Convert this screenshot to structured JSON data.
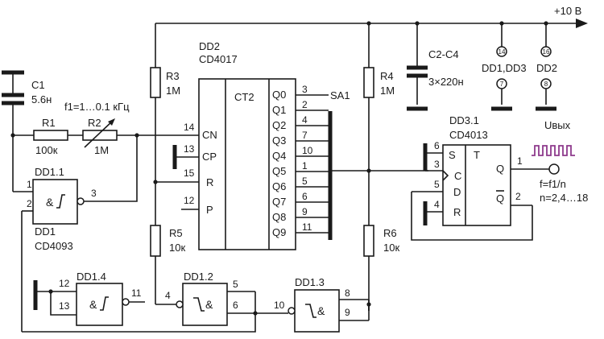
{
  "supply": "+10 В",
  "c1": {
    "name": "C1",
    "value": "5.6н"
  },
  "r1": {
    "name": "R1",
    "value": "100к"
  },
  "r2": {
    "name": "R2",
    "value": "1М"
  },
  "freq": "f1=1…0.1 кГц",
  "r3": {
    "name": "R3",
    "value": "1М"
  },
  "r4": {
    "name": "R4",
    "value": "1М"
  },
  "r5": {
    "name": "R5",
    "value": "10к"
  },
  "r6": {
    "name": "R6",
    "value": "10к"
  },
  "c2c4": {
    "name": "C2-C4",
    "value": "3×220н"
  },
  "dd2": {
    "name": "DD2",
    "part": "CD4017",
    "type": "CT2",
    "left_pins": [
      {
        "num": "14",
        "name": "CN"
      },
      {
        "num": "13",
        "name": "CP"
      },
      {
        "num": "15",
        "name": "R"
      },
      {
        "num": "12",
        "name": "P"
      }
    ],
    "outputs": [
      {
        "name": "Q0",
        "pin": "3"
      },
      {
        "name": "Q1",
        "pin": "2"
      },
      {
        "name": "Q2",
        "pin": "4"
      },
      {
        "name": "Q3",
        "pin": "7"
      },
      {
        "name": "Q4",
        "pin": "10"
      },
      {
        "name": "Q5",
        "pin": "1"
      },
      {
        "name": "Q6",
        "pin": "5"
      },
      {
        "name": "Q7",
        "pin": "6"
      },
      {
        "name": "Q8",
        "pin": "9"
      },
      {
        "name": "Q9",
        "pin": "11"
      }
    ]
  },
  "sa1": "SA1",
  "power": {
    "dd1dd3": "DD1,DD3",
    "dd2": "DD2",
    "pin14": "14",
    "pin7": "7",
    "pin16": "16",
    "pin8": "8"
  },
  "dd11": {
    "name": "DD1.1",
    "pin1": "1",
    "pin2": "2",
    "pin3": "3"
  },
  "dd1": {
    "name": "DD1",
    "part": "CD4093"
  },
  "dd14": {
    "name": "DD1.4",
    "pin12": "12",
    "pin13": "13",
    "pin11": "11"
  },
  "dd12": {
    "name": "DD1.2",
    "pin4": "4",
    "pin5": "5",
    "pin6": "6"
  },
  "dd13": {
    "name": "DD1.3",
    "pin10": "10",
    "pin8": "8",
    "pin9": "9"
  },
  "dd31": {
    "name": "DD3.1",
    "part": "CD4013",
    "t": "T",
    "pins": {
      "s": "S",
      "c": "C",
      "d": "D",
      "r": "R",
      "q": "Q",
      "qb": "Q",
      "p6": "6",
      "p3": "3",
      "p5": "5",
      "p4": "4",
      "p1": "1",
      "p2": "2"
    }
  },
  "uout": "Uвых",
  "fout": "f=f1/n",
  "nrange": "n=2,4…18",
  "accent": "#8e3a8c"
}
